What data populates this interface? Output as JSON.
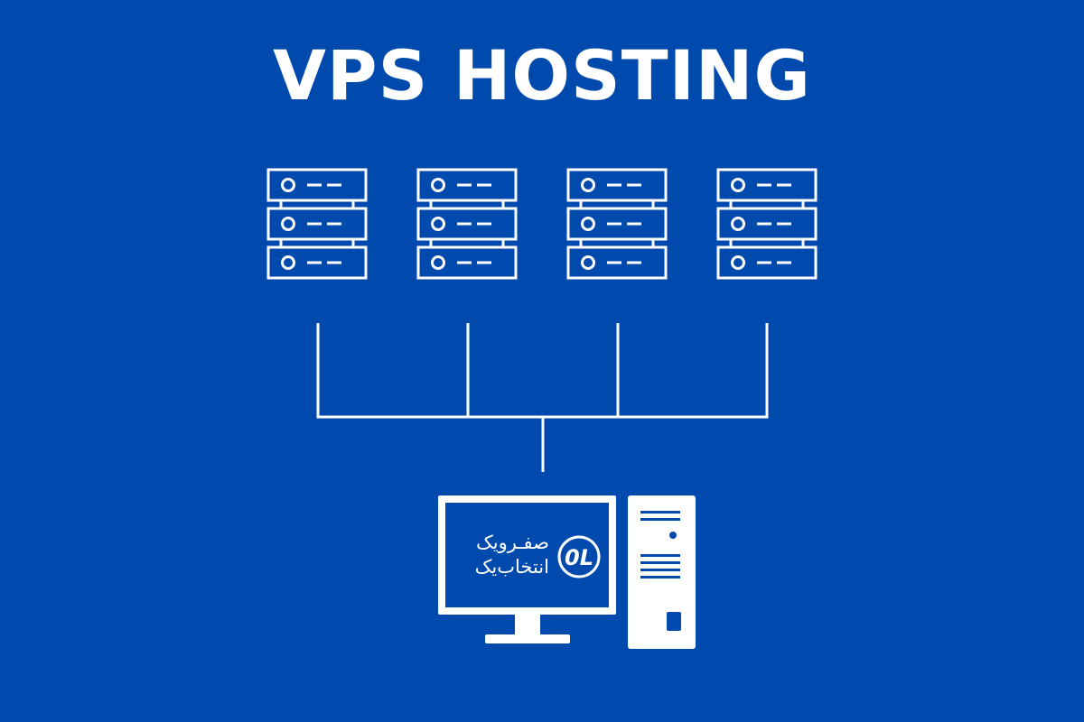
{
  "title": "VPS HOSTING",
  "colors": {
    "background": "#004aad",
    "foreground": "#ffffff"
  },
  "servers": [
    {
      "icon": "server-rack-icon"
    },
    {
      "icon": "server-rack-icon"
    },
    {
      "icon": "server-rack-icon"
    },
    {
      "icon": "server-rack-icon"
    }
  ],
  "client": {
    "icon": "desktop-computer-icon",
    "logo": {
      "mark": "0L",
      "line1": "صفـرویک",
      "line2": "انتخاب‌یک"
    }
  }
}
